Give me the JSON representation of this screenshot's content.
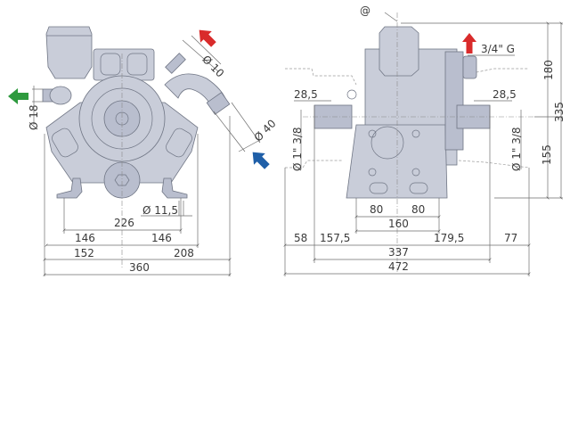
{
  "colors": {
    "outlet_arrow": "#d92b2b",
    "bypass_arrow": "#2e9a3e",
    "inlet_arrow": "#1f5fa8",
    "pump_fill": "#c9cdd9",
    "line": "#6d6d6d"
  },
  "front_view": {
    "outlet_diameter": "Ø 10",
    "inlet_diameter": "Ø 40",
    "bypass_diameter": "Ø 18",
    "mount_hole": "Ø 11,5",
    "foot_spacing": "226",
    "half_left": "146",
    "half_right": "146",
    "left_extent": "152",
    "right_extent": "208",
    "total_width": "360"
  },
  "side_view": {
    "reference_mark": "@",
    "outlet_thread": "3/4\" G",
    "height_upper": "180",
    "height_total": "335",
    "height_lower": "155",
    "shaft_len_left": "28,5",
    "shaft_len_right": "28,5",
    "shaft_diam_left": "Ø 1\" 3/8",
    "shaft_diam_right": "Ø 1\" 3/8",
    "base_left": "80",
    "base_right": "80",
    "base_total": "160",
    "center_left": "157,5",
    "center_right": "179,5",
    "overhang_left": "58",
    "overhang_right": "77",
    "body_width": "337",
    "total_width": "472"
  }
}
